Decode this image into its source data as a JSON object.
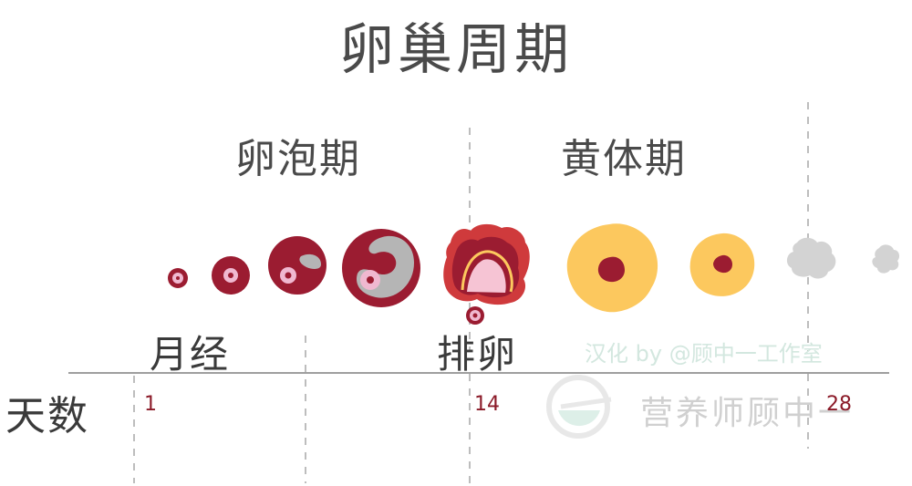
{
  "title": "卵巢周期",
  "phases": {
    "follicular": "卵泡期",
    "luteal": "黄体期"
  },
  "events": {
    "menstruation": "月经",
    "ovulation": "排卵"
  },
  "days": {
    "label": "天数",
    "start": "1",
    "ovulation": "14",
    "end": "28"
  },
  "watermark": {
    "credit": "汉化 by @顾中一工作室",
    "brand": "营养师顾中一"
  },
  "colors": {
    "follicle_dark": "#9b1c31",
    "egg_pink": "#f0b8d0",
    "antrum_gray": "#b5b5b5",
    "corpus_luteum_yellow": "#fcc85e",
    "corpus_albicans_gray": "#d3d3d3"
  }
}
